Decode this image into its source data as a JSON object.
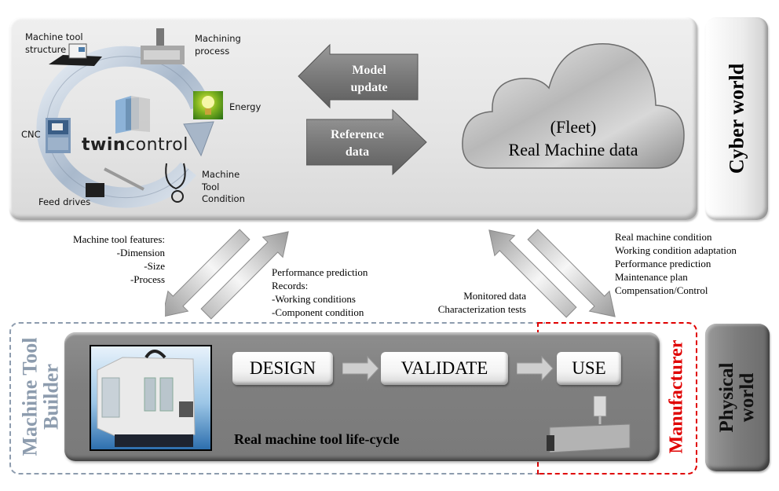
{
  "cyber": {
    "label": "Cyber world",
    "cycle": {
      "logo_bold": "twin",
      "logo_light": "control",
      "items": [
        {
          "label": "Machine tool\nstructure",
          "icon": "machine-tool-icon"
        },
        {
          "label": "Machining\nprocess",
          "icon": "machining-process-icon"
        },
        {
          "label": "Energy",
          "icon": "lightbulb-icon"
        },
        {
          "label": "Machine\nTool\nCondition",
          "icon": "stethoscope-icon"
        },
        {
          "label": "Feed drives",
          "icon": "feed-drive-icon"
        },
        {
          "label": "CNC",
          "icon": "cnc-panel-icon"
        }
      ]
    },
    "arrows": {
      "model_update": "Model\nupdate",
      "reference_data": "Reference\ndata"
    },
    "cloud": {
      "line1": "(Fleet)",
      "line2": "Real Machine data"
    }
  },
  "links": {
    "builder_down": {
      "title": "Machine tool features:",
      "items": [
        "-Dimension",
        "-Size",
        "-Process"
      ]
    },
    "builder_up": {
      "lines": [
        "Performance prediction",
        "Records:",
        "-Working conditions",
        "-Component condition"
      ]
    },
    "manufacturer_up": {
      "lines": [
        "Monitored data",
        "Characterization tests"
      ]
    },
    "manufacturer_down": {
      "lines": [
        "Real machine condition",
        "Working condition adaptation",
        "Performance prediction",
        "Maintenance plan",
        "Compensation/Control"
      ]
    },
    "colors": {
      "builder": "#8d9cae",
      "manufacturer": "#e00000"
    }
  },
  "physical": {
    "label_line1": "Physical",
    "label_line2": "world",
    "builder_line1": "Machine Tool",
    "builder_line2": "Builder",
    "manufacturer": "Manufacturer",
    "lifecycle_title": "Real machine tool life-cycle",
    "stages": [
      "DESIGN",
      "VALIDATE",
      "USE"
    ]
  }
}
